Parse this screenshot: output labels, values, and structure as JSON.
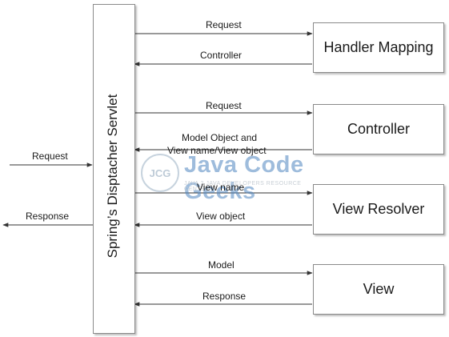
{
  "servlet": {
    "label": "Spring’s Disptacher Servlet"
  },
  "components": {
    "handler_mapping": "Handler Mapping",
    "controller": "Controller",
    "view_resolver": "View Resolver",
    "view": "View"
  },
  "flows": {
    "client_request": "Request",
    "client_response": "Response",
    "hm_request": "Request",
    "hm_controller": "Controller",
    "ctrl_request": "Request",
    "ctrl_return_line1": "Model Object and",
    "ctrl_return_line2": "View name/View object",
    "vr_view_name": "View name",
    "vr_view_object": "View object",
    "view_model": "Model",
    "view_response": "Response"
  },
  "watermark": {
    "badge": "JCG",
    "title": "Java Code Geeks",
    "subtitle": "JAVA 2 JAVA DEVELOPERS RESOURCE CENTER"
  }
}
